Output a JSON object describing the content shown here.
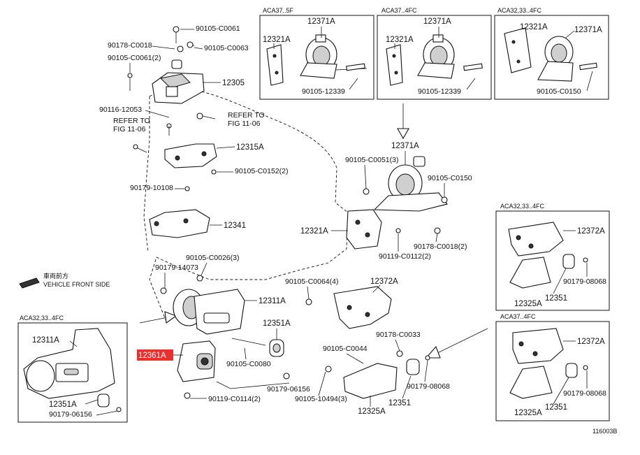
{
  "highlight_color": "#e8312f",
  "diagram_code": "116003B",
  "direction": {
    "jp": "車両前方",
    "en": "VEHICLE FRONT SIDE"
  },
  "refer": {
    "left": [
      "REFER TO",
      "FIG 11-06"
    ],
    "right": [
      "REFER TO",
      "FIG 11-06"
    ]
  },
  "insets": {
    "top1": {
      "title": "ACA37..5F",
      "labels": [
        "12321A",
        "12371A",
        "90105-12339"
      ]
    },
    "top2": {
      "title": "ACA37..4FC",
      "labels": [
        "12321A",
        "12371A",
        "90105-12339"
      ]
    },
    "top3": {
      "title": "ACA32,33..4FC",
      "labels": [
        "12321A",
        "12371A",
        "90105-C0150"
      ]
    },
    "right1": {
      "title": "ACA32,33..4FC",
      "labels": [
        "12372A",
        "90179-08068",
        "12325A",
        "12351"
      ]
    },
    "right2": {
      "title": "ACA37..4FC",
      "labels": [
        "12372A",
        "90179-08068",
        "12325A",
        "12351"
      ]
    },
    "left": {
      "title": "ACA32,33..4FC",
      "labels": [
        "12311A",
        "12351A",
        "90179-06156"
      ]
    }
  },
  "parts": {
    "p90105_C0061": "90105-C0061",
    "p90178_C0018a": "90178-C0018",
    "p90105_C0063": "90105-C0063",
    "p90105_C0061_2": "90105-C0061(2)",
    "p12305": "12305",
    "p90116_12053": "90116-12053",
    "p12315A": "12315A",
    "p90105_C0152_2": "90105-C0152(2)",
    "p90179_10108": "90179-10108",
    "p12341": "12341",
    "p90105_C0026_3": "90105-C0026(3)",
    "p90179_14073": "90179-14073",
    "p12311A": "12311A",
    "p12351A": "12351A",
    "p12361A": "12361A",
    "p90105_C0080": "90105-C0080",
    "p90179_06156": "90179-06156",
    "p90119_C0114_2": "90119-C0114(2)",
    "p90105_C0064_4": "90105-C0064(4)",
    "p12372A": "12372A",
    "p90178_C0033": "90178-C0033",
    "p90105_C0044": "90105-C0044",
    "p90179_08068": "90179-08068",
    "p90105_10494_3": "90105-10494(3)",
    "p12351": "12351",
    "p12325A": "12325A",
    "p12371A": "12371A",
    "p90105_C0051_3": "90105-C0051(3)",
    "p90105_C0150": "90105-C0150",
    "p12321A": "12321A",
    "p90178_C0018_2": "90178-C0018(2)",
    "p90119_C0112_2": "90119-C0112(2)"
  }
}
